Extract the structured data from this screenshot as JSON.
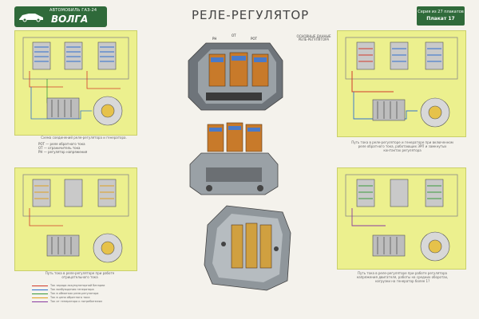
{
  "header": {
    "brand_line1": "АВТОМОБИЛЬ ГАЗ-24",
    "brand_line2": "ВОЛГА",
    "title": "РЕЛЕ-РЕГУЛЯТОР",
    "series_line1": "Серия из 27 плакатов",
    "series_line2": "Плакат 17"
  },
  "captions": {
    "left_top": "Схема соединений реле-регулятора и генератора.",
    "right_top": "Путь тока в реле-регуляторе и генераторе при включенном реле обратного тока, работающих ЭРП и замкнутых контактах регулятора",
    "left_bottom": "Путь тока в реле-регуляторе при работе отрицательного тока",
    "right_bottom": "Путь тока в реле-регуляторе при работе регулятора напряжения двигателя, работы на средних оборотах, нагрузки на генератор более 1?"
  },
  "legend_abbrev": [
    "РОТ — реле обратного тока",
    "ОТ — ограничитель тока",
    "РН — регулятор напряжения"
  ],
  "spec": {
    "heading": "ОСНОВНЫЕ ДАННЫЕ РЕЛЕ-РЕГУЛЯТОРА"
  },
  "wire_legend": [
    {
      "label": "Ток заряда аккумуляторной батареи",
      "color": "#d23a2a"
    },
    {
      "label": "Ток возбуждения генератора",
      "color": "#2f6fd0"
    },
    {
      "label": "Ток в обмотках реле-регулятора",
      "color": "#3a9a3a"
    },
    {
      "label": "Ток в цепи обратного тока",
      "color": "#e0a020"
    },
    {
      "label": "Ток от генератора к потребителям",
      "color": "#8a3aa0"
    }
  ],
  "device_labels": {
    "top": [
      "РОТ",
      "ОТ",
      "РН"
    ]
  }
}
